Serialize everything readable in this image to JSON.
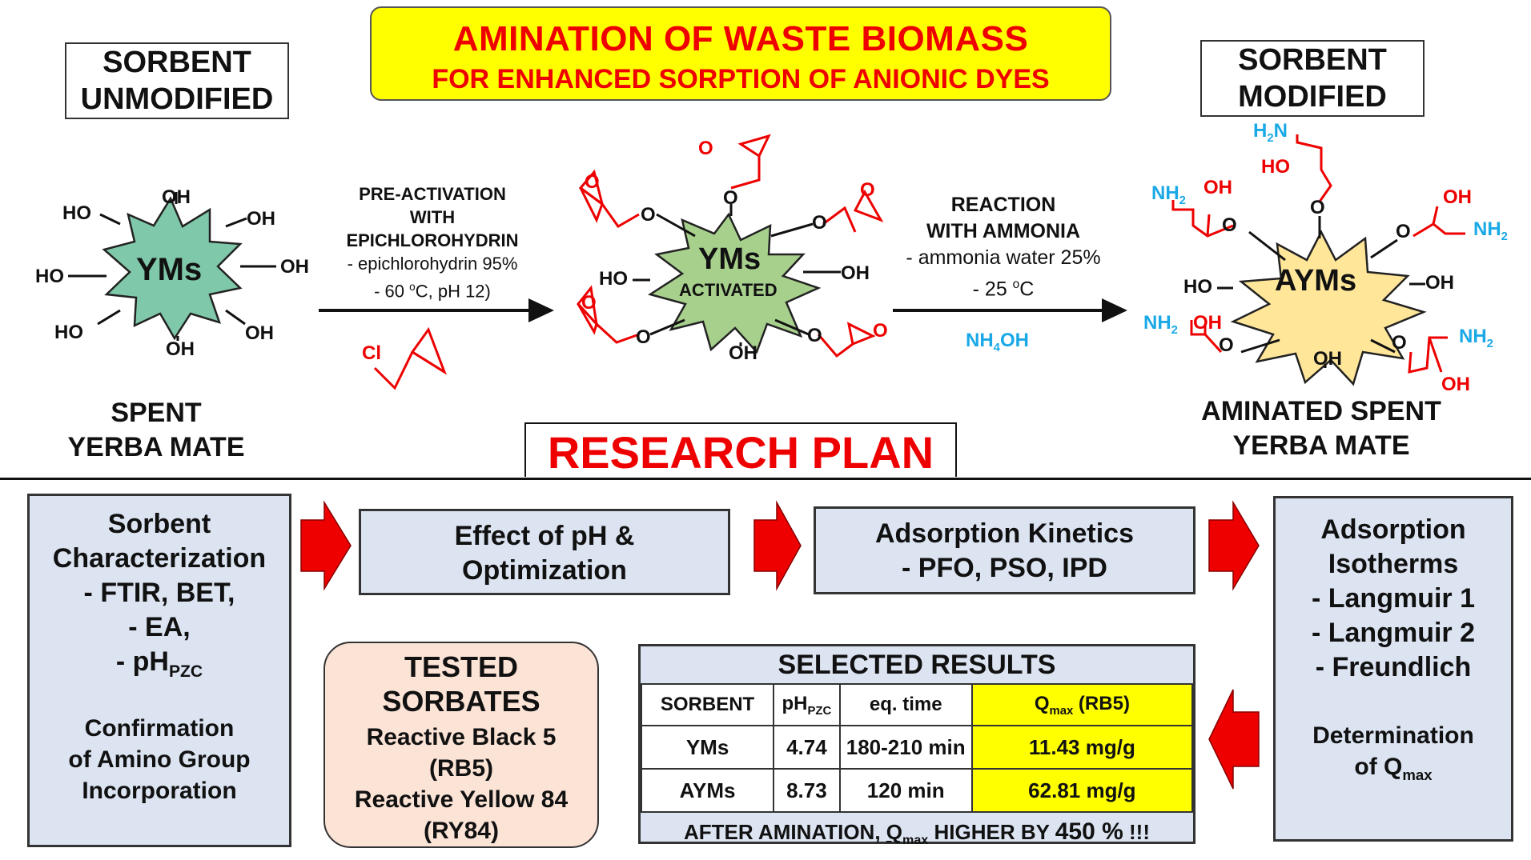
{
  "title": {
    "main": "AMINATION OF WASTE BIOMASS",
    "sub": "FOR ENHANCED SORPTION OF ANIONIC DYES"
  },
  "left_label": {
    "line1": "SORBENT",
    "line2": "UNMODIFIED"
  },
  "right_label": {
    "line1": "SORBENT",
    "line2": "MODIFIED"
  },
  "left_sorbent": {
    "name": "YMs",
    "caption_line1": "SPENT",
    "caption_line2": "YERBA MATE",
    "groups": [
      "HO",
      "OH",
      "OH",
      "HO",
      "OH",
      "HO",
      "OH",
      "OH"
    ]
  },
  "middle_sorbent": {
    "name": "YMs",
    "sublabel": "ACTIVATED",
    "groups": [
      "HO",
      "OH",
      "OH"
    ]
  },
  "right_sorbent": {
    "name": "AYMs",
    "caption_line1": "AMINATED SPENT",
    "caption_line2": "YERBA MATE",
    "groups": [
      "HO",
      "OH",
      "OH"
    ]
  },
  "step1": {
    "line1": "PRE-ACTIVATION",
    "line2": "WITH",
    "line3": "EPICHLOROHYDRIN",
    "line4": "- epichlorohydrin 95%",
    "line5a": "- 60 ",
    "line5b": "o",
    "line5c": "C, pH 12)",
    "reagent": "Cl"
  },
  "step2": {
    "line1": "REACTION",
    "line2": "WITH AMMONIA",
    "line3": "- ammonia water 25%",
    "line4a": "- 25 ",
    "line4b": "o",
    "line4c": "C",
    "reagent_a": "NH",
    "reagent_b": "4",
    "reagent_c": "OH"
  },
  "amine_groups": {
    "nh2_a": "NH",
    "nh2_b": "2",
    "h2n_a": "H",
    "h2n_b": "2",
    "h2n_c": "N",
    "ho": "HO",
    "oh": "OH",
    "o": "O"
  },
  "research_plan": "RESEARCH PLAN",
  "box_characterization": {
    "l1": "Sorbent",
    "l2": "Characterization",
    "l3": "-    FTIR, BET,",
    "l4": "-    EA,",
    "l5a": "-    pH",
    "l5b": "PZC",
    "l6": "Confirmation",
    "l7": "of Amino Group",
    "l8": "Incorporation"
  },
  "box_ph": {
    "l1": "Effect of pH &",
    "l2": "Optimization"
  },
  "box_kinetics": {
    "l1": "Adsorption  Kinetics",
    "l2": "- PFO, PSO, IPD"
  },
  "box_isotherms": {
    "l1": "Adsorption",
    "l2": "Isotherms",
    "l3": "-    Langmuir 1",
    "l4": "-    Langmuir 2",
    "l5": "-    Freundlich",
    "l6": "Determination",
    "l7a": "of Q",
    "l7b": "max"
  },
  "sorbates": {
    "title1": "TESTED",
    "title2": "SORBATES",
    "s1": "Reactive Black 5",
    "s1_code": "(RB5)",
    "s2": "Reactive Yellow 84",
    "s2_code": "(RY84)"
  },
  "results": {
    "title": "SELECTED  RESULTS",
    "headers": {
      "sorbent": "SORBENT",
      "ph_a": "pH",
      "ph_b": "PZC",
      "time": "eq. time",
      "q_a": "Q",
      "q_b": "max",
      "q_c": " (RB5)"
    },
    "rows": [
      {
        "sorbent": "YMs",
        "ph": "4.74",
        "time": "180-210 min",
        "q": "11.43 mg/g"
      },
      {
        "sorbent": "AYMs",
        "ph": "8.73",
        "time": "120 min",
        "q": "62.81 mg/g"
      }
    ],
    "footer_a": "AFTER AMINATION, ",
    "footer_b": "Q",
    "footer_c": "max",
    "footer_d": " HIGHER BY ",
    "footer_e": "450 %",
    "footer_f": " !!!"
  },
  "colors": {
    "title_bg": "#ffff00",
    "title_text": "#ee0000",
    "ym_fill": "#7fc8a9",
    "activated_fill": "#a8d08d",
    "aym_fill": "#ffe699",
    "step_fill": "#dce4f2",
    "sorbates_fill": "#fbe3d6",
    "linker_red": "#ee0000",
    "amine_blue": "#1aa9e6"
  }
}
